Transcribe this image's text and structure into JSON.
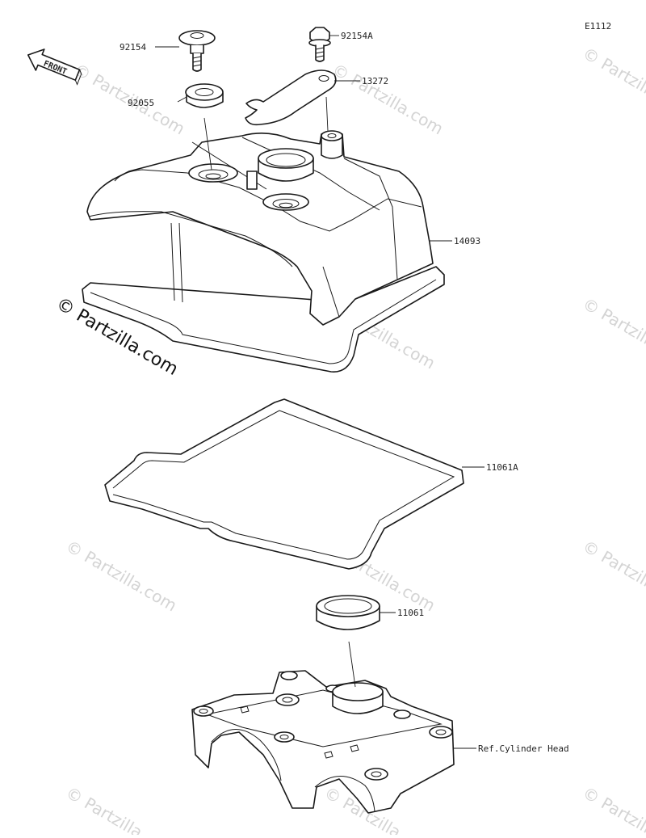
{
  "diagram_code": "E1112",
  "front_label": "FRONT",
  "copyright": "© Partzilla.com",
  "watermark": "© Partzilla.com",
  "callouts": {
    "p92154": "92154",
    "p92154a": "92154A",
    "p13272": "13272",
    "p92055": "92055",
    "p14093": "14093",
    "p11061a": "11061A",
    "p11061": "11061",
    "ref_head": "Ref.Cylinder Head"
  }
}
